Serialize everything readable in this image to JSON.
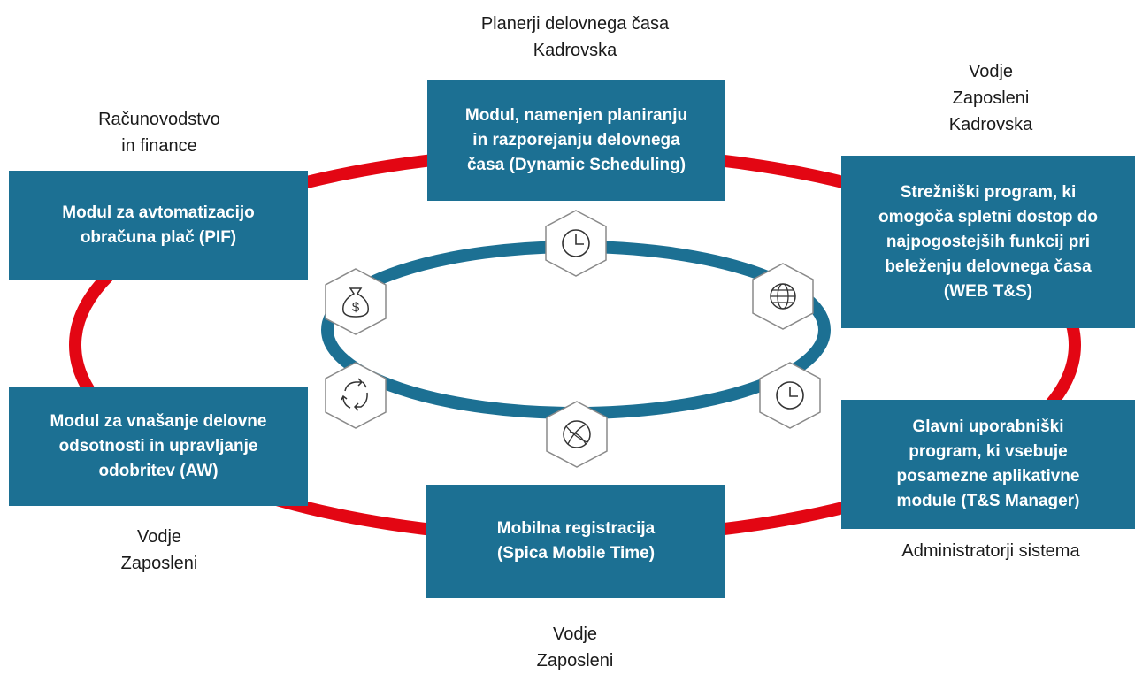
{
  "modules": {
    "dynamic_scheduling": "Modul, namenjen planiranju\nin razporejanju delovnega\nčasa  (Dynamic Scheduling)",
    "pif": "Modul za avtomatizacijo\nobračuna plač (PIF)",
    "web_ts": "Strežniški program, ki\nomogoča spletni dostop do\nnajpogostejših funkcij pri\nbeleženju delovnega časa\n(WEB T&S)",
    "aw": "Modul za vnašanje delovne\nodsotnosti in upravljanje\nodobritev (AW)",
    "ts_manager": "Glavni  uporabniški\nprogram, ki vsebuje\nposamezne aplikativne\nmodule  (T&S Manager)",
    "mobile_time": "Mobilna registracija\n(Spica Mobile Time)"
  },
  "users": {
    "top": "Planerji delovnega časa\nKadrovska",
    "top_left": "Računovodstvo\nin finance",
    "top_right": "Vodje\nZaposleni\nKadrovska",
    "bottom_left": "Vodje\nZaposleni",
    "bottom_right": "Administratorji sistema",
    "bottom": "Vodje\nZaposleni"
  },
  "icons": [
    "clock-icon",
    "globe-icon",
    "clock-icon",
    "satellite-globe-icon",
    "recycle-arrows-icon",
    "money-bag-icon"
  ],
  "colors": {
    "box": "#1c7093",
    "outer_ring": "#e30613",
    "inner_ring": "#1c7093",
    "hex_stroke": "#8a8a8a"
  }
}
